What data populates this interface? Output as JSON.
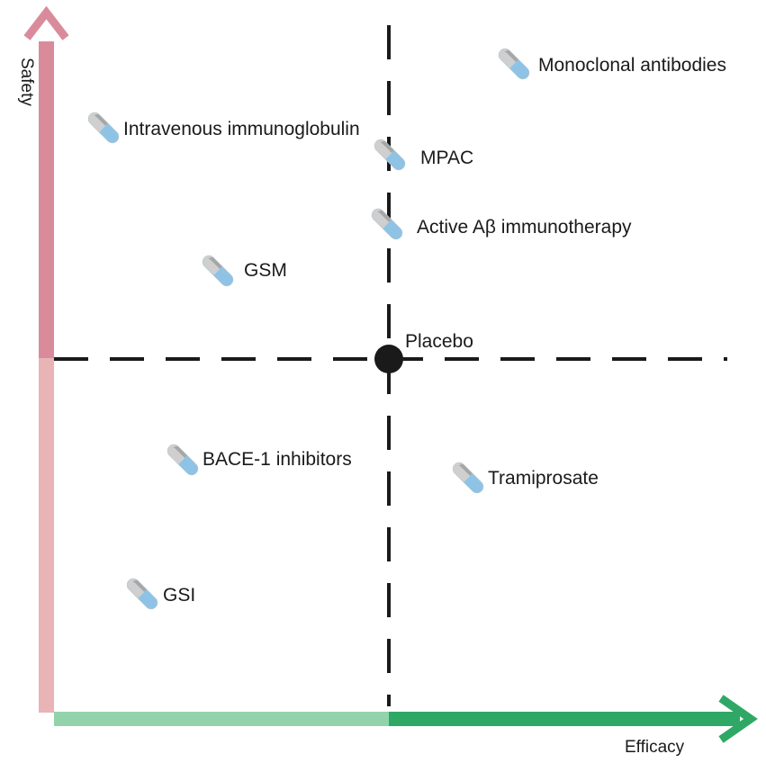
{
  "axes": {
    "y_label": "Safety",
    "x_label": "Efficacy",
    "y_color_upper": "#d98b9c",
    "y_color_lower": "#e8b4b6",
    "x_color_left": "#93d3ab",
    "x_color_right": "#2fa866"
  },
  "reference": {
    "label": "Placebo",
    "marker_color": "#1a1a1a"
  },
  "therapies": [
    {
      "id": "monoclonal-antibodies",
      "label": "Monoclonal antibodies",
      "quadrant": "high-safety-high-efficacy"
    },
    {
      "id": "intravenous-immunoglobulin",
      "label": "Intravenous immunoglobulin",
      "quadrant": "high-safety-low-efficacy"
    },
    {
      "id": "mpac",
      "label": "MPAC",
      "quadrant": "high-safety-high-efficacy"
    },
    {
      "id": "active-abeta-immunotherapy",
      "label": "Active Aβ immunotherapy",
      "quadrant": "high-safety-high-efficacy"
    },
    {
      "id": "gsm",
      "label": "GSM",
      "quadrant": "high-safety-low-efficacy"
    },
    {
      "id": "bace-1-inhibitors",
      "label": "BACE-1 inhibitors",
      "quadrant": "low-safety-low-efficacy"
    },
    {
      "id": "tramiprosate",
      "label": "Tramiprosate",
      "quadrant": "low-safety-high-efficacy"
    },
    {
      "id": "gsi",
      "label": "GSI",
      "quadrant": "low-safety-low-efficacy"
    }
  ],
  "icons": {
    "therapy": "capsule-icon"
  }
}
